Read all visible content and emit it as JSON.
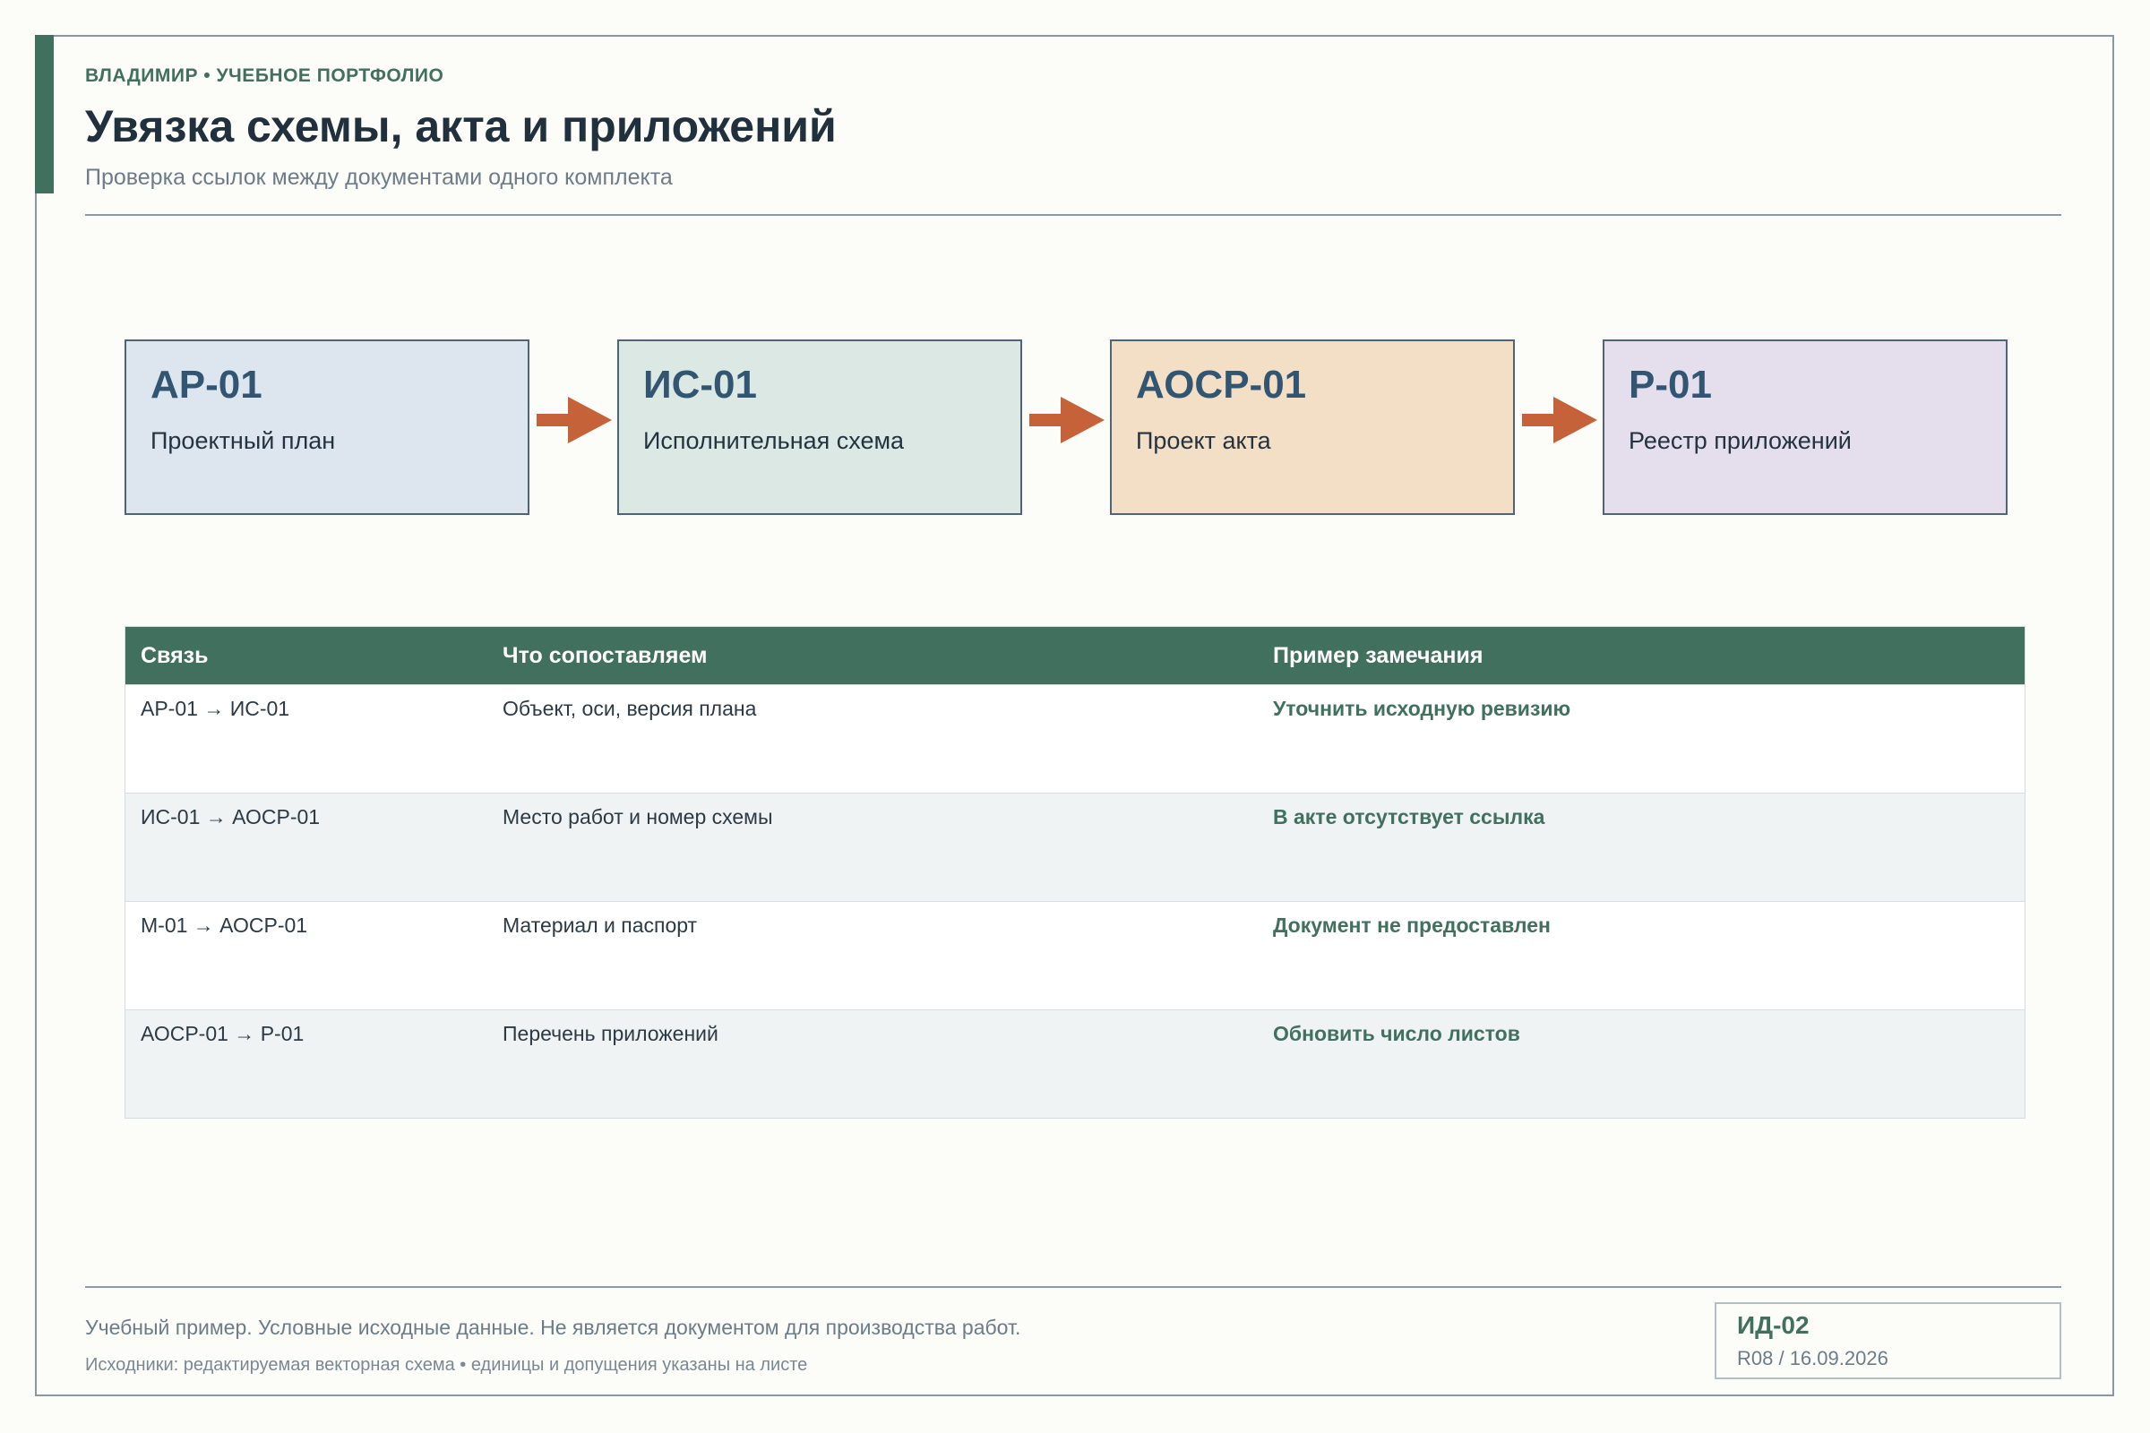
{
  "header": {
    "kicker": "ВЛАДИМИР • УЧЕБНОЕ ПОРТФОЛИО",
    "title": "Увязка схемы, акта и приложений",
    "subtitle": "Проверка ссылок между документами одного комплекта"
  },
  "flow": {
    "boxes": [
      {
        "code": "АР-01",
        "name": "Проектный план",
        "color": "#dde6ee"
      },
      {
        "code": "ИС-01",
        "name": "Исполнительная схема",
        "color": "#dce8e3"
      },
      {
        "code": "АОСР-01",
        "name": "Проект акта",
        "color": "#f3dfc6"
      },
      {
        "code": "Р-01",
        "name": "Реестр приложений",
        "color": "#e5dfed"
      }
    ],
    "arrow_color": "#c6623a"
  },
  "table": {
    "headers": [
      "Связь",
      "Что сопоставляем",
      "Пример замечания"
    ],
    "rows": [
      [
        "АР-01 → ИС-01",
        "Объект, оси, версия плана",
        "Уточнить исходную ревизию"
      ],
      [
        "ИС-01 → АОСР-01",
        "Место работ и номер схемы",
        "В акте отсутствует ссылка"
      ],
      [
        "М-01 → АОСР-01",
        "Материал и паспорт",
        "Документ не предоставлен"
      ],
      [
        "АОСР-01 → Р-01",
        "Перечень приложений",
        "Обновить число листов"
      ]
    ],
    "header_color": "#41705f"
  },
  "footer": {
    "note": "Учебный пример. Условные исходные данные. Не является документом для производства работ.",
    "sources": "Исходники: редактируемая векторная схема • единицы и допущения указаны на листе",
    "stamp_id": "ИД-02",
    "stamp_rev": "R08 / 16.09.2026"
  }
}
